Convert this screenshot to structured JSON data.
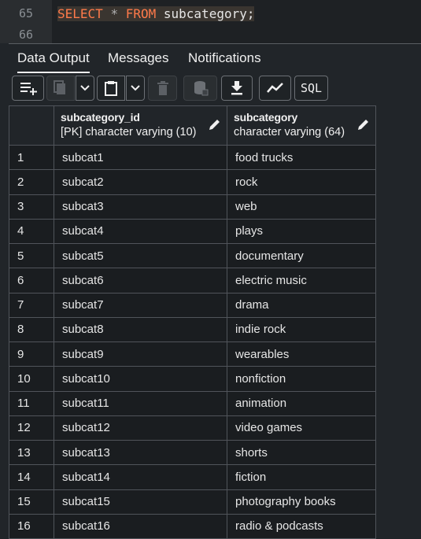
{
  "editor": {
    "lines": [
      {
        "number": "65",
        "keyword1": "SELECT",
        "star": "*",
        "keyword2": "FROM",
        "table": "subcategory;"
      },
      {
        "number": "66"
      }
    ]
  },
  "tabs": [
    {
      "label": "Data Output",
      "active": true
    },
    {
      "label": "Messages",
      "active": false
    },
    {
      "label": "Notifications",
      "active": false
    }
  ],
  "toolbar": {
    "sql_label": "SQL",
    "icons": [
      "add-row-icon",
      "copy-icon",
      "chevron-down-icon",
      "paste-icon",
      "chevron-down-icon",
      "delete-icon",
      "save-data-icon",
      "download-icon",
      "graph-icon",
      "sql-icon"
    ]
  },
  "grid": {
    "columns": [
      {
        "name": "subcategory_id",
        "type": "[PK] character varying (10)"
      },
      {
        "name": "subcategory",
        "type": "character varying (64)"
      }
    ],
    "rows": [
      {
        "n": "1",
        "id": "subcat1",
        "name": "food trucks"
      },
      {
        "n": "2",
        "id": "subcat2",
        "name": "rock"
      },
      {
        "n": "3",
        "id": "subcat3",
        "name": "web"
      },
      {
        "n": "4",
        "id": "subcat4",
        "name": "plays"
      },
      {
        "n": "5",
        "id": "subcat5",
        "name": "documentary"
      },
      {
        "n": "6",
        "id": "subcat6",
        "name": "electric music"
      },
      {
        "n": "7",
        "id": "subcat7",
        "name": "drama"
      },
      {
        "n": "8",
        "id": "subcat8",
        "name": "indie rock"
      },
      {
        "n": "9",
        "id": "subcat9",
        "name": "wearables"
      },
      {
        "n": "10",
        "id": "subcat10",
        "name": "nonfiction"
      },
      {
        "n": "11",
        "id": "subcat11",
        "name": "animation"
      },
      {
        "n": "12",
        "id": "subcat12",
        "name": "video games"
      },
      {
        "n": "13",
        "id": "subcat13",
        "name": "shorts"
      },
      {
        "n": "14",
        "id": "subcat14",
        "name": "fiction"
      },
      {
        "n": "15",
        "id": "subcat15",
        "name": "photography books"
      },
      {
        "n": "16",
        "id": "subcat16",
        "name": "radio & podcasts"
      }
    ]
  },
  "colors": {
    "keyword": "#ff7a4a",
    "background": "#212529",
    "border": "#50545a"
  }
}
